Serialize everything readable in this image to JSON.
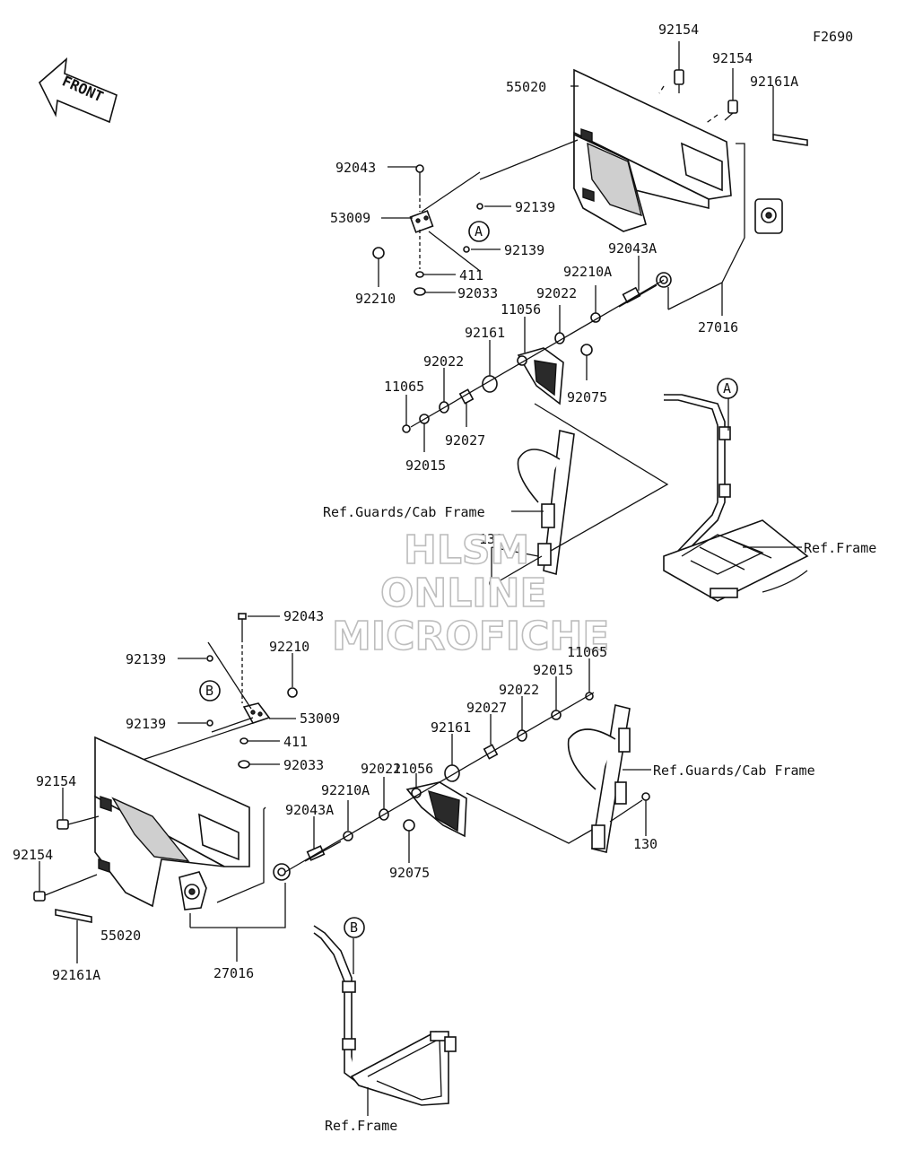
{
  "figure_code": "F2690",
  "front_label": "FRONT",
  "watermark": {
    "line1": "HLSM",
    "line2": "ONLINE",
    "line3": "MICROFICHE"
  },
  "callouts": {
    "a": "A",
    "b": "B"
  },
  "upper_labels": {
    "p92154a": "92154",
    "p92154b": "92154",
    "p92161A": "92161A",
    "p55020": "55020",
    "p92043": "92043",
    "p53009": "53009",
    "p92139a": "92139",
    "p92139b": "92139",
    "p411": "411",
    "p92210": "92210",
    "p92033": "92033",
    "p92043A": "92043A",
    "p92210A": "92210A",
    "p92022a": "92022",
    "p11056": "11056",
    "p92161": "92161",
    "p92022b": "92022",
    "p11065": "11065",
    "p92075": "92075",
    "p92027": "92027",
    "p92015": "92015",
    "p27016": "27016",
    "p130": "130",
    "ref_guards": "Ref.Guards/Cab Frame",
    "ref_frame": "Ref.Frame"
  },
  "lower_labels": {
    "p92043": "92043",
    "p92139a": "92139",
    "p92210": "92210",
    "p53009": "53009",
    "p411": "411",
    "p92139b": "92139",
    "p92033": "92033",
    "p11065": "11065",
    "p92015": "92015",
    "p92022a": "92022",
    "p92027": "92027",
    "p92161": "92161",
    "p11056": "11056",
    "p92022b": "92022",
    "p92210A": "92210A",
    "p92043A": "92043A",
    "p92075": "92075",
    "p92154a": "92154",
    "p92154b": "92154",
    "p55020": "55020",
    "p92161A": "92161A",
    "p27016": "27016",
    "p130": "130",
    "ref_guards": "Ref.Guards/Cab Frame",
    "ref_frame": "Ref.Frame"
  }
}
